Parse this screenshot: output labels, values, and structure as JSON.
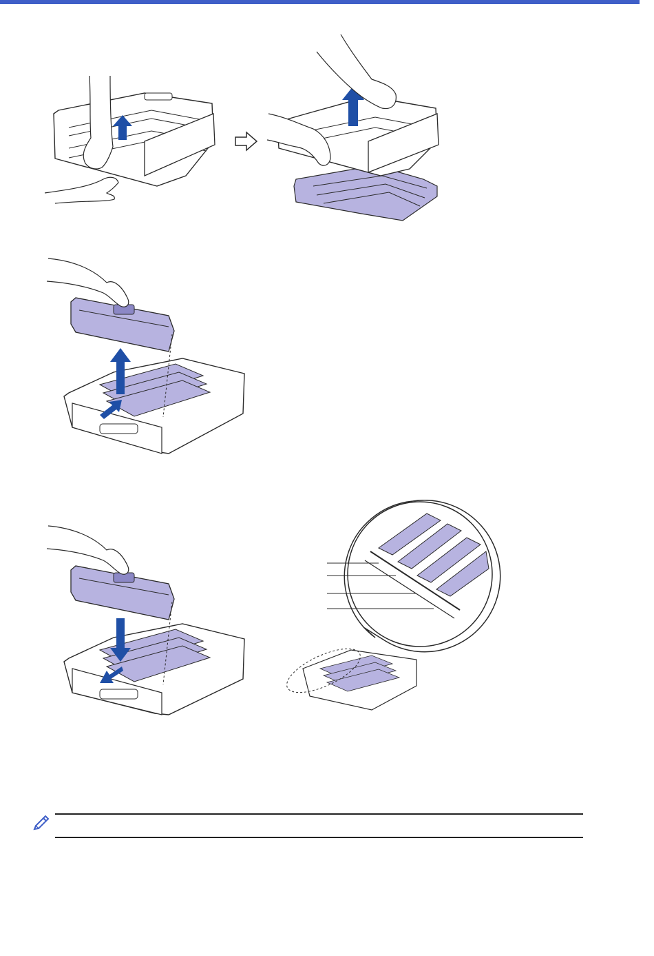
{
  "colors": {
    "accent_bar": "#3f5fc8",
    "part_fill": "#b7b3e0",
    "part_dark": "#8c88c6",
    "arrow_blue": "#1f4fa6",
    "line": "#2a2a2a"
  },
  "figures": {
    "step1": {
      "icons": [
        "remove-tray-hands-illustration",
        "next-step-arrow-icon",
        "lift-frame-illustration"
      ]
    },
    "step2": {
      "icons": [
        "lift-drum-unit-illustration"
      ]
    },
    "step3": {
      "icons": [
        "insert-drum-unit-illustration",
        "drum-contacts-detail-illustration"
      ]
    }
  },
  "note": {
    "icon": "pencil-note-icon",
    "text": ""
  }
}
